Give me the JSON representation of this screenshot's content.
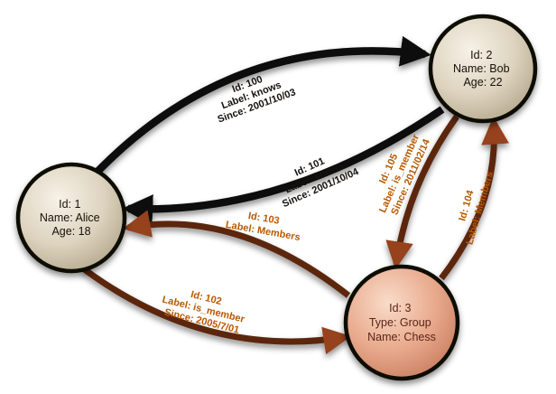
{
  "diagram": {
    "kind": "property-graph",
    "nodes": [
      {
        "key": "alice",
        "lines": [
          "Id: 1",
          "Name: Alice",
          "Age: 18"
        ]
      },
      {
        "key": "bob",
        "lines": [
          "Id: 2",
          "Name: Bob",
          "Age: 22"
        ]
      },
      {
        "key": "group",
        "lines": [
          "Id: 3",
          "Type: Group",
          "Name: Chess"
        ]
      }
    ],
    "edges": [
      {
        "key": "100",
        "from": "1",
        "to": "2",
        "lines": [
          "Id: 100",
          "Label: knows",
          "Since: 2001/10/03"
        ]
      },
      {
        "key": "101",
        "from": "2",
        "to": "1",
        "lines": [
          "Id: 101",
          "Label: knows",
          "Since: 2001/10/04"
        ]
      },
      {
        "key": "102",
        "from": "1",
        "to": "3",
        "lines": [
          "Id: 102",
          "Label: is_member",
          "Since: 2005/7/01"
        ]
      },
      {
        "key": "103",
        "from": "3",
        "to": "1",
        "lines": [
          "Id: 103",
          "Label: Members"
        ]
      },
      {
        "key": "104",
        "from": "3",
        "to": "2",
        "lines": [
          "Id: 104",
          "Label: Members"
        ]
      },
      {
        "key": "105",
        "from": "2",
        "to": "3",
        "lines": [
          "Id: 105",
          "Label: is_member",
          "Since: 2011/02/14"
        ]
      }
    ],
    "colors": {
      "person_node_fill": "#ddd3bf",
      "group_node_fill": "#e8a98c",
      "node_border": "#0d0a06",
      "knows_edge": "#0f0c08",
      "member_edge": "#5b2708",
      "member_arrow": "#96431a",
      "knows_label": "#15110c",
      "member_label": "#b85900"
    }
  }
}
